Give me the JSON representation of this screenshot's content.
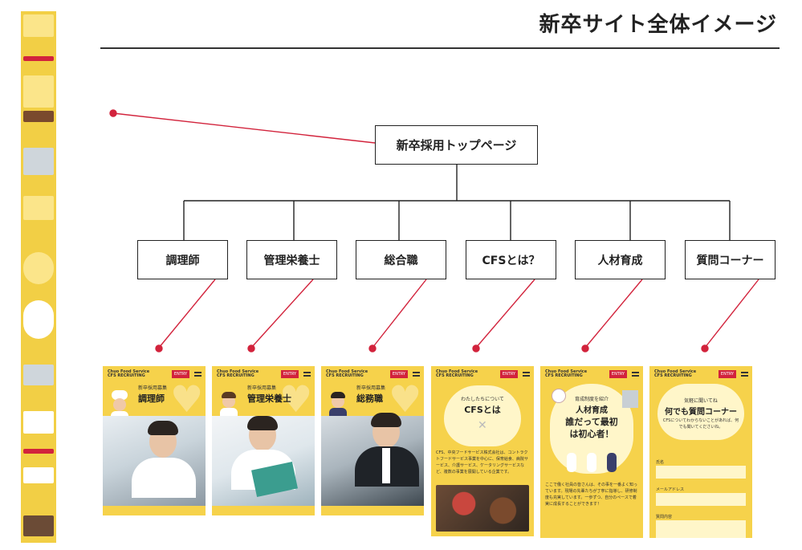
{
  "page": {
    "title": "新卒サイト全体イメージ"
  },
  "sitemap": {
    "root": "新卒採用トップページ",
    "children": [
      "調理師",
      "管理栄養士",
      "総合職",
      "CFSとは？",
      "人材育成",
      "質問コーナー"
    ]
  },
  "mockups": {
    "common": {
      "logo_line1": "Chuo Food Service",
      "logo_line2": "CFS RECRUITING",
      "entry": "ENTRY"
    },
    "m1": {
      "sub": "新卒採用募集",
      "title": "調理師"
    },
    "m2": {
      "sub": "新卒採用募集",
      "title": "管理栄養士"
    },
    "m3": {
      "sub": "新卒採用募集",
      "title": "総務職"
    },
    "m4": {
      "sub": "わたしたちについて",
      "title": "CFSとは",
      "text": "CFS、中央フードサービス株式会社は、コントラクトフードサービス事業を中心に、保育給食、病院サービス、介護サービス、ケータリングサービスなど、複数の事業を展開している企業です。"
    },
    "m5": {
      "sub": "育成制度を紹介",
      "title": "人材育成",
      "headline": "誰だって最初は初心者！",
      "text": "ここで働く社員の皆さんは、その事を一番よく知っています。現場の先輩たちが丁寧に指導し、研修制度も充実しています。一歩ずつ、自分のペースで着実に成長することができます！"
    },
    "m6": {
      "sub": "気軽に聞いてね",
      "title": "何でも質問コーナー",
      "text": "CFSについてわからないことがあれば、何でも聞いてくださいね。",
      "label1": "氏名",
      "label2": "メールアドレス",
      "label3": "質問内容"
    }
  },
  "colors": {
    "accent_red": "#d2233c",
    "brand_yellow": "#f6d24b",
    "line_black": "#222222"
  }
}
